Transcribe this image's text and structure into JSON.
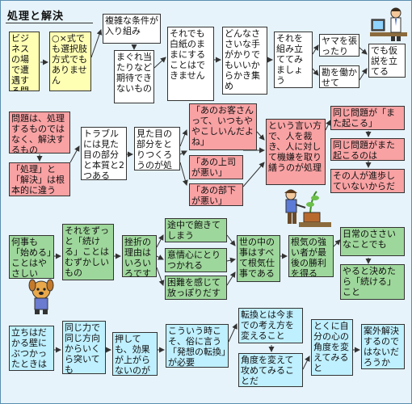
{
  "title": "処理と解決",
  "rows": {
    "r1": {
      "start": "ビジネスの場で遭遇する問題は",
      "choice": "○×式でも選択肢方式でもありません",
      "complex": "複雑な条件が入り組み",
      "tangled": "まぐれ当たりなど期待できないもの",
      "no_white": "それでも白紙のままにすることはできません",
      "any": "どんなささいな手がかりでもいいからかき集め",
      "assemble": "それを組み立ててみましょう",
      "hunch": "ヤマを張ったり",
      "intuition": "勘を働かせて",
      "hypothesis": "でも仮説を立てる"
    },
    "r2": {
      "problem": "問題は、処理するものではなく、解決するもの",
      "diff": "「処理」と「解決」は根本的に違う",
      "surface": "トラブルには見た目の部分と本質と2つある",
      "visible": "見た目の部分をとりつくろうのが処理",
      "customer": "「あのお客さんって、いつもややこしいんだよね」",
      "boss": "「あの上司が悪い」",
      "sub": "「あの部下が悪い」",
      "judge": "という言い方で、人を裁き、人に対して機嫌を取り繕うのが処理",
      "same1": "同じ問題が「また起こる」",
      "same2": "同じ問題がまた起こるのは",
      "progress": "その人が進歩していないからだ"
    },
    "r3": {
      "start": "何事も「始める」ことはやさしい",
      "continue": "それをずっと「続ける」ことはむずかしいもの",
      "reasons": "挫折の理由はいろいろです",
      "bored": "途中で飽きてしまう",
      "tired": "意情心にとりつかれる",
      "hard": "困難を感じて放っぽりだす",
      "matter": "世の中の事はすべて根気仕事である",
      "patient": "根気の強い者が最後の勝利を得る",
      "daily": "日常のささいなことでも",
      "decide": "やると決めたら「続ける」こと"
    },
    "r4": {
      "wall": "立ちはだかる壁にぶつかったときは",
      "same_force": "同じ力で同じ方向からいくら突いても",
      "push": "押しても、効果が上がらないのがふつう",
      "proverb": "こういう時こそ、俗に言う「発想の転換」が必要",
      "convert": "転換とは今までの考え方を変えること",
      "angle": "角度を変えて攻めてみることだ",
      "self": "とくに自分の心の角度を変えてみると",
      "solution": "案外解決するのではないだろうか"
    }
  },
  "colors": {
    "canvas": "#e6f3fa",
    "yellow": "#ffffb4",
    "pink": "#f8a2a4",
    "green": "#9ed79b",
    "cyan": "#bff0ff"
  },
  "illustrations": [
    "office-worker-at-computer",
    "gardener-with-plant",
    "puppy-mascot"
  ]
}
